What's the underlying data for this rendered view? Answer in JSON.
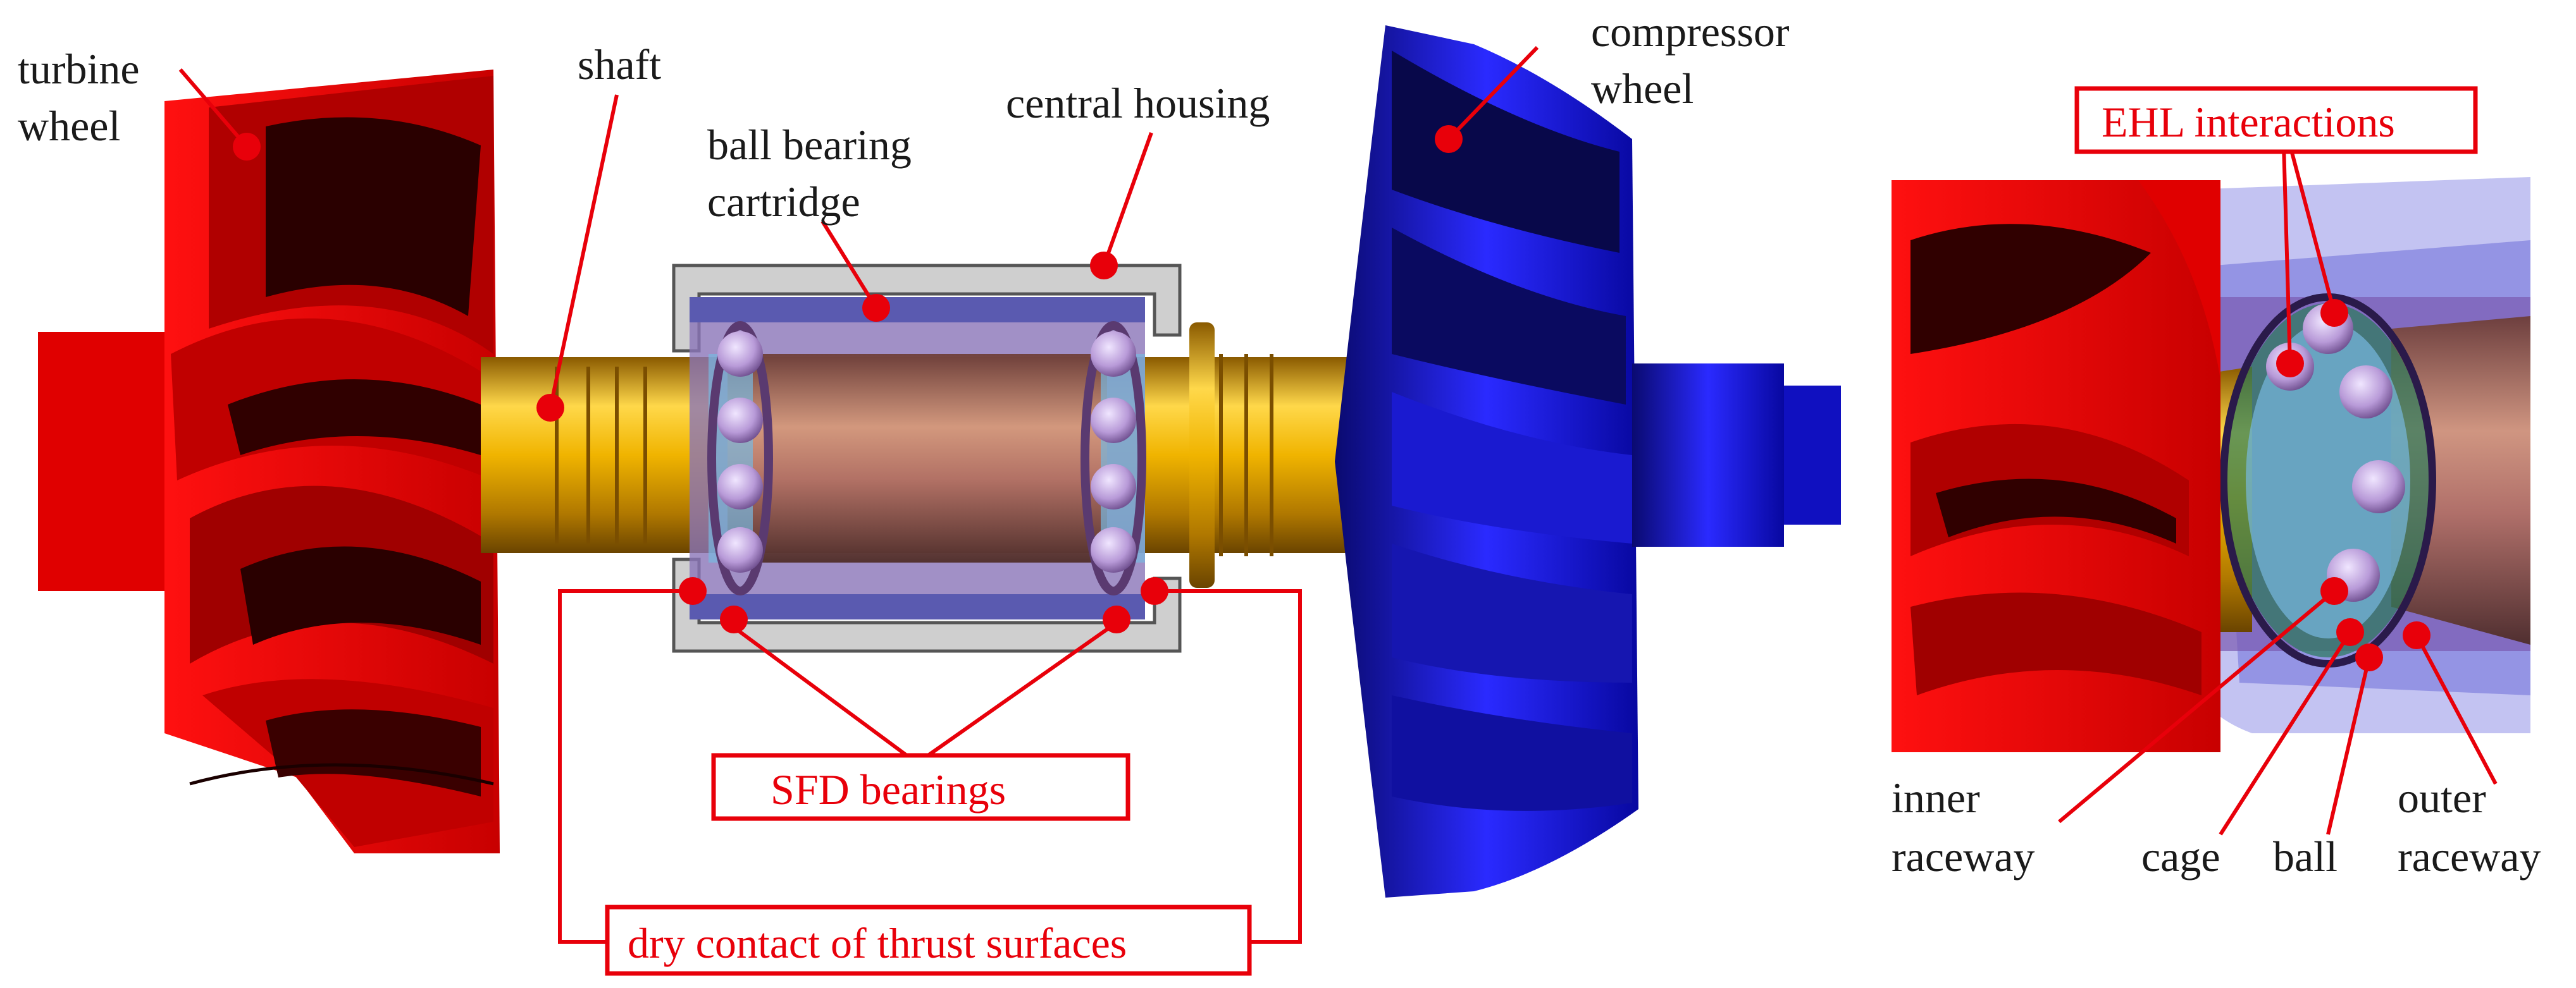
{
  "labels": {
    "turbine_wheel_1": "turbine",
    "turbine_wheel_2": "wheel",
    "shaft": "shaft",
    "ball_bearing_1": "ball bearing",
    "ball_bearing_2": "cartridge",
    "central_housing": "central housing",
    "compressor_wheel_1": "compressor",
    "compressor_wheel_2": "wheel",
    "sfd_bearings": "SFD bearings",
    "dry_contact": "dry contact of thrust surfaces",
    "ehl_interactions": "EHL interactions",
    "inner_raceway_1": "inner",
    "inner_raceway_2": "raceway",
    "cage": "cage",
    "ball": "ball",
    "outer_raceway_1": "outer",
    "outer_raceway_2": "raceway"
  },
  "colors": {
    "annotation": "#e8000a",
    "turbine": "#e8000a",
    "compressor": "#1010e0",
    "shaft": "#f0b400",
    "housing": "#c8c8c8",
    "cartridge": "#7a6aa8",
    "text": "#1a1a1a"
  }
}
